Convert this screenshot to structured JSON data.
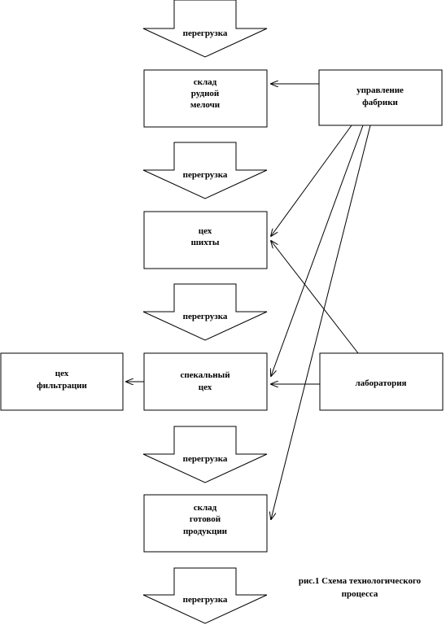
{
  "flow_arrows": [
    {
      "id": "flow-arrow-1",
      "label": "перегрузка"
    },
    {
      "id": "flow-arrow-2",
      "label": "перегрузка"
    },
    {
      "id": "flow-arrow-3",
      "label": "перегрузка"
    },
    {
      "id": "flow-arrow-4",
      "label": "перегрузка"
    },
    {
      "id": "flow-arrow-5",
      "label": "перегрузка"
    }
  ],
  "boxes": {
    "ore_store": {
      "lines": [
        "склад",
        "рудной",
        "мелочи"
      ]
    },
    "charge_shop": {
      "lines": [
        "цех",
        "шихты"
      ]
    },
    "sinter_shop": {
      "lines": [
        "спекальный",
        "цех"
      ]
    },
    "filtration_shop": {
      "lines": [
        "цех",
        "фильтрации"
      ]
    },
    "product_store": {
      "lines": [
        "склад",
        "готовой",
        "продукции"
      ]
    },
    "management": {
      "lines": [
        "управление",
        "фабрики"
      ]
    },
    "laboratory": {
      "lines": [
        "лаборатория"
      ]
    }
  },
  "caption": {
    "lines": [
      "рис.1 Схема технологического",
      "процесса"
    ]
  }
}
